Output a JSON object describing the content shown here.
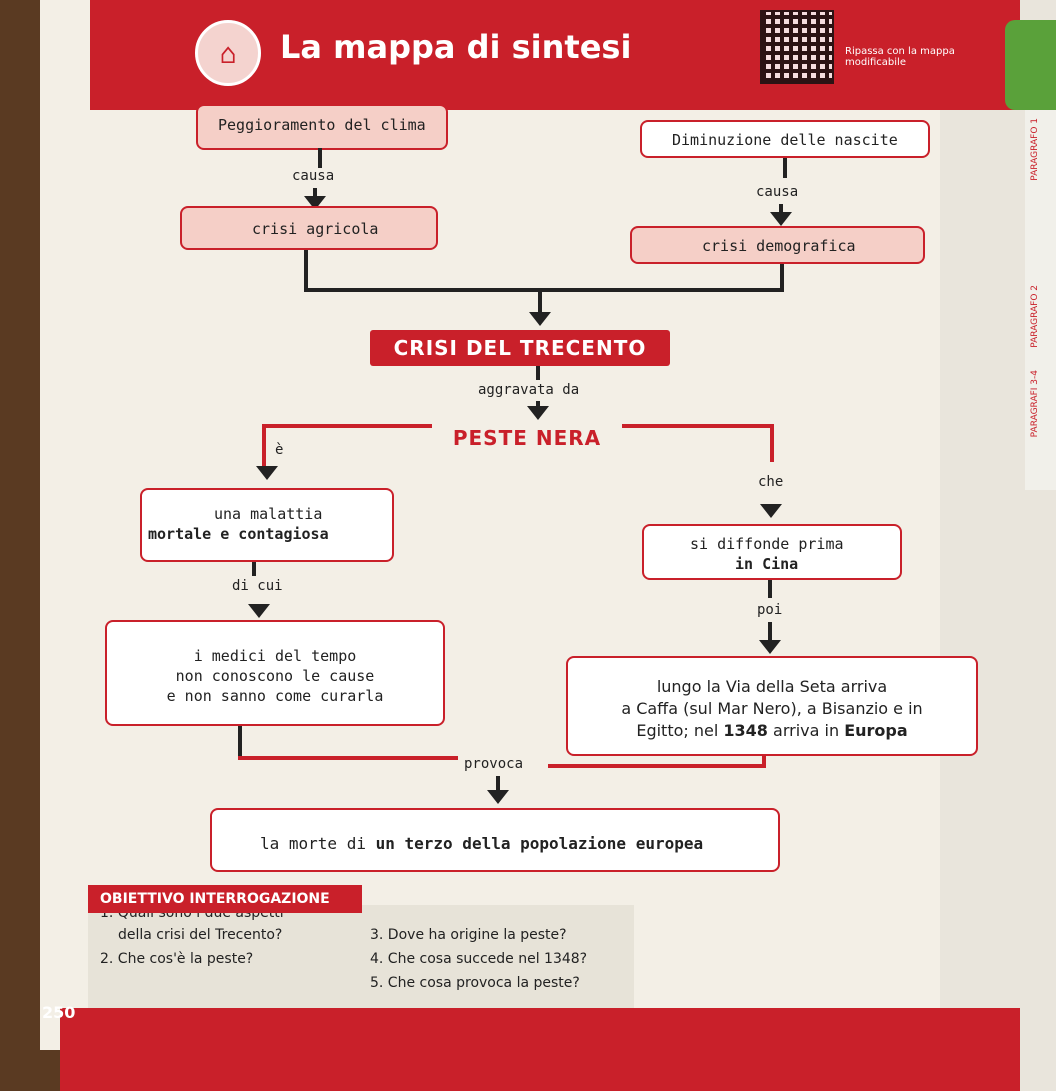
{
  "header": {
    "title": "La mappa di sintesi",
    "qr_caption_line1": "Ripassa con la mappa",
    "qr_caption_line2": "modificabile"
  },
  "side_tabs": [
    "PARAGRAFO 1",
    "PARAGRAFO 2",
    "PARAGRAFI 3-4"
  ],
  "map": {
    "peggioramento": "Peggioramento del clima",
    "diminuzione": "Diminuzione delle nascite",
    "causa_left": "causa",
    "causa_right": "causa",
    "crisi_agricola": "crisi agricola",
    "crisi_demografica": "crisi demografica",
    "crisi_trecento": "CRISI DEL TRECENTO",
    "aggravata_da": "aggravata da",
    "peste_nera": "PESTE NERA",
    "e_label": "è",
    "che_label": "che",
    "malattia_line1": "una malattia",
    "malattia_line2": "mortale e contagiosa",
    "diffonde_line1": "si diffonde prima",
    "diffonde_line2": "in Cina",
    "di_cui": "di cui",
    "poi": "poi",
    "medici_line1": "i medici del tempo",
    "medici_line2": "non conoscono le cause",
    "medici_line3": "e non sanno come curarla",
    "seta_line1": "lungo la Via della Seta arriva",
    "seta_line2": "a Caffa (sul Mar Nero), a Bisanzio e in",
    "seta_line3_a": "Egitto; nel",
    "seta_line3_year": "1348",
    "seta_line3_b": "arriva in",
    "seta_line3_place": "Europa",
    "provoca": "provoca",
    "morte_a": "la morte di",
    "morte_b": "un terzo della popolazione europea"
  },
  "task": {
    "header": "OBIETTIVO INTERROGAZIONE",
    "q1_line1": "1. Quali sono i due aspetti",
    "q1_line2": "della crisi del Trecento?",
    "q2": "2. Che cos'è la peste?",
    "q3": "3. Dove ha origine la peste?",
    "q4": "4. Che cosa succede nel 1348?",
    "q5": "5. Che cosa provoca la peste?"
  },
  "page_number": "250",
  "colors": {
    "accent": "#c9202a",
    "pink": "#f5cfc7",
    "paper": "#f3efe6"
  }
}
